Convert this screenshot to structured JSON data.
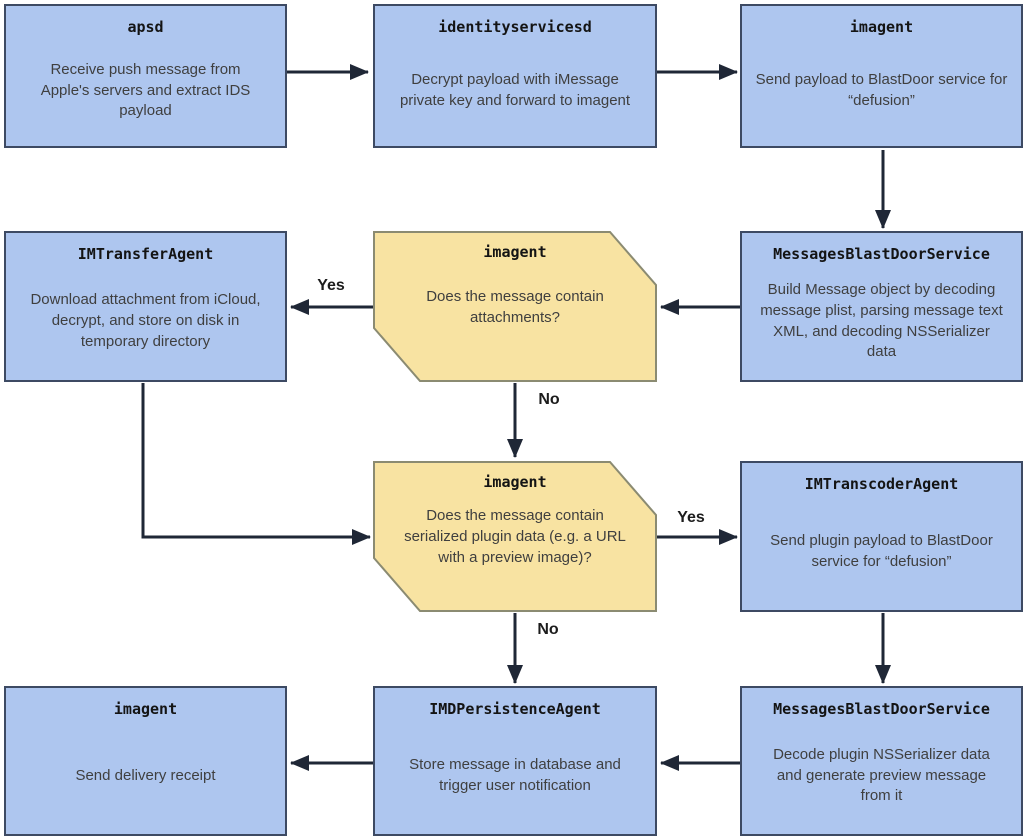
{
  "diagram": {
    "type": "flowchart",
    "background_color": "#ffffff",
    "colors": {
      "process_fill": "#aec6ef",
      "process_border": "#3d4a63",
      "decision_fill": "#f8e3a2",
      "decision_border": "#8b8b72",
      "arrow": "#1f2736",
      "title_text": "#141414",
      "body_text": "#3f3f3f"
    },
    "nodes": [
      {
        "id": "apsd",
        "kind": "process",
        "title": "apsd",
        "body": "Receive push message from Apple's servers and extract IDS payload"
      },
      {
        "id": "identityservicesd",
        "kind": "process",
        "title": "identityservicesd",
        "body": "Decrypt payload with iMessage private key and forward to imagent"
      },
      {
        "id": "imagent-top",
        "kind": "process",
        "title": "imagent",
        "body": "Send payload to BlastDoor service for “defusion”"
      },
      {
        "id": "imtransferagent",
        "kind": "process",
        "title": "IMTransferAgent",
        "body": "Download attachment from iCloud, decrypt, and store on disk in temporary directory"
      },
      {
        "id": "decision-attachments",
        "kind": "decision",
        "title": "imagent",
        "body": "Does the message contain attachments?"
      },
      {
        "id": "messagesblastdoorservice-1",
        "kind": "process",
        "title": "MessagesBlastDoorService",
        "body": "Build Message object by decoding message plist, parsing message text XML, and decoding NSSerializer data"
      },
      {
        "id": "decision-plugin",
        "kind": "decision",
        "title": "imagent",
        "body": "Does the message contain serialized plugin data (e.g. a URL with a preview image)?"
      },
      {
        "id": "imtranscoderagent",
        "kind": "process",
        "title": "IMTranscoderAgent",
        "body": "Send plugin payload to BlastDoor service for “defusion”"
      },
      {
        "id": "imagent-bottom",
        "kind": "process",
        "title": "imagent",
        "body": "Send delivery receipt"
      },
      {
        "id": "imdpersistenceagent",
        "kind": "process",
        "title": "IMDPersistenceAgent",
        "body": "Store message in database and trigger user notification"
      },
      {
        "id": "messagesblastdoorservice-2",
        "kind": "process",
        "title": "MessagesBlastDoorService",
        "body": "Decode plugin NSSerializer data and generate preview message from it"
      }
    ],
    "edges": [
      {
        "from": "apsd",
        "to": "identityservicesd",
        "label": ""
      },
      {
        "from": "identityservicesd",
        "to": "imagent-top",
        "label": ""
      },
      {
        "from": "imagent-top",
        "to": "messagesblastdoorservice-1",
        "label": ""
      },
      {
        "from": "messagesblastdoorservice-1",
        "to": "decision-attachments",
        "label": ""
      },
      {
        "from": "decision-attachments",
        "to": "imtransferagent",
        "label": "Yes"
      },
      {
        "from": "decision-attachments",
        "to": "decision-plugin",
        "label": "No"
      },
      {
        "from": "imtransferagent",
        "to": "decision-plugin",
        "label": ""
      },
      {
        "from": "decision-plugin",
        "to": "imtranscoderagent",
        "label": "Yes"
      },
      {
        "from": "decision-plugin",
        "to": "imdpersistenceagent",
        "label": "No"
      },
      {
        "from": "imtranscoderagent",
        "to": "messagesblastdoorservice-2",
        "label": ""
      },
      {
        "from": "messagesblastdoorservice-2",
        "to": "imdpersistenceagent",
        "label": ""
      },
      {
        "from": "imdpersistenceagent",
        "to": "imagent-bottom",
        "label": ""
      }
    ]
  }
}
